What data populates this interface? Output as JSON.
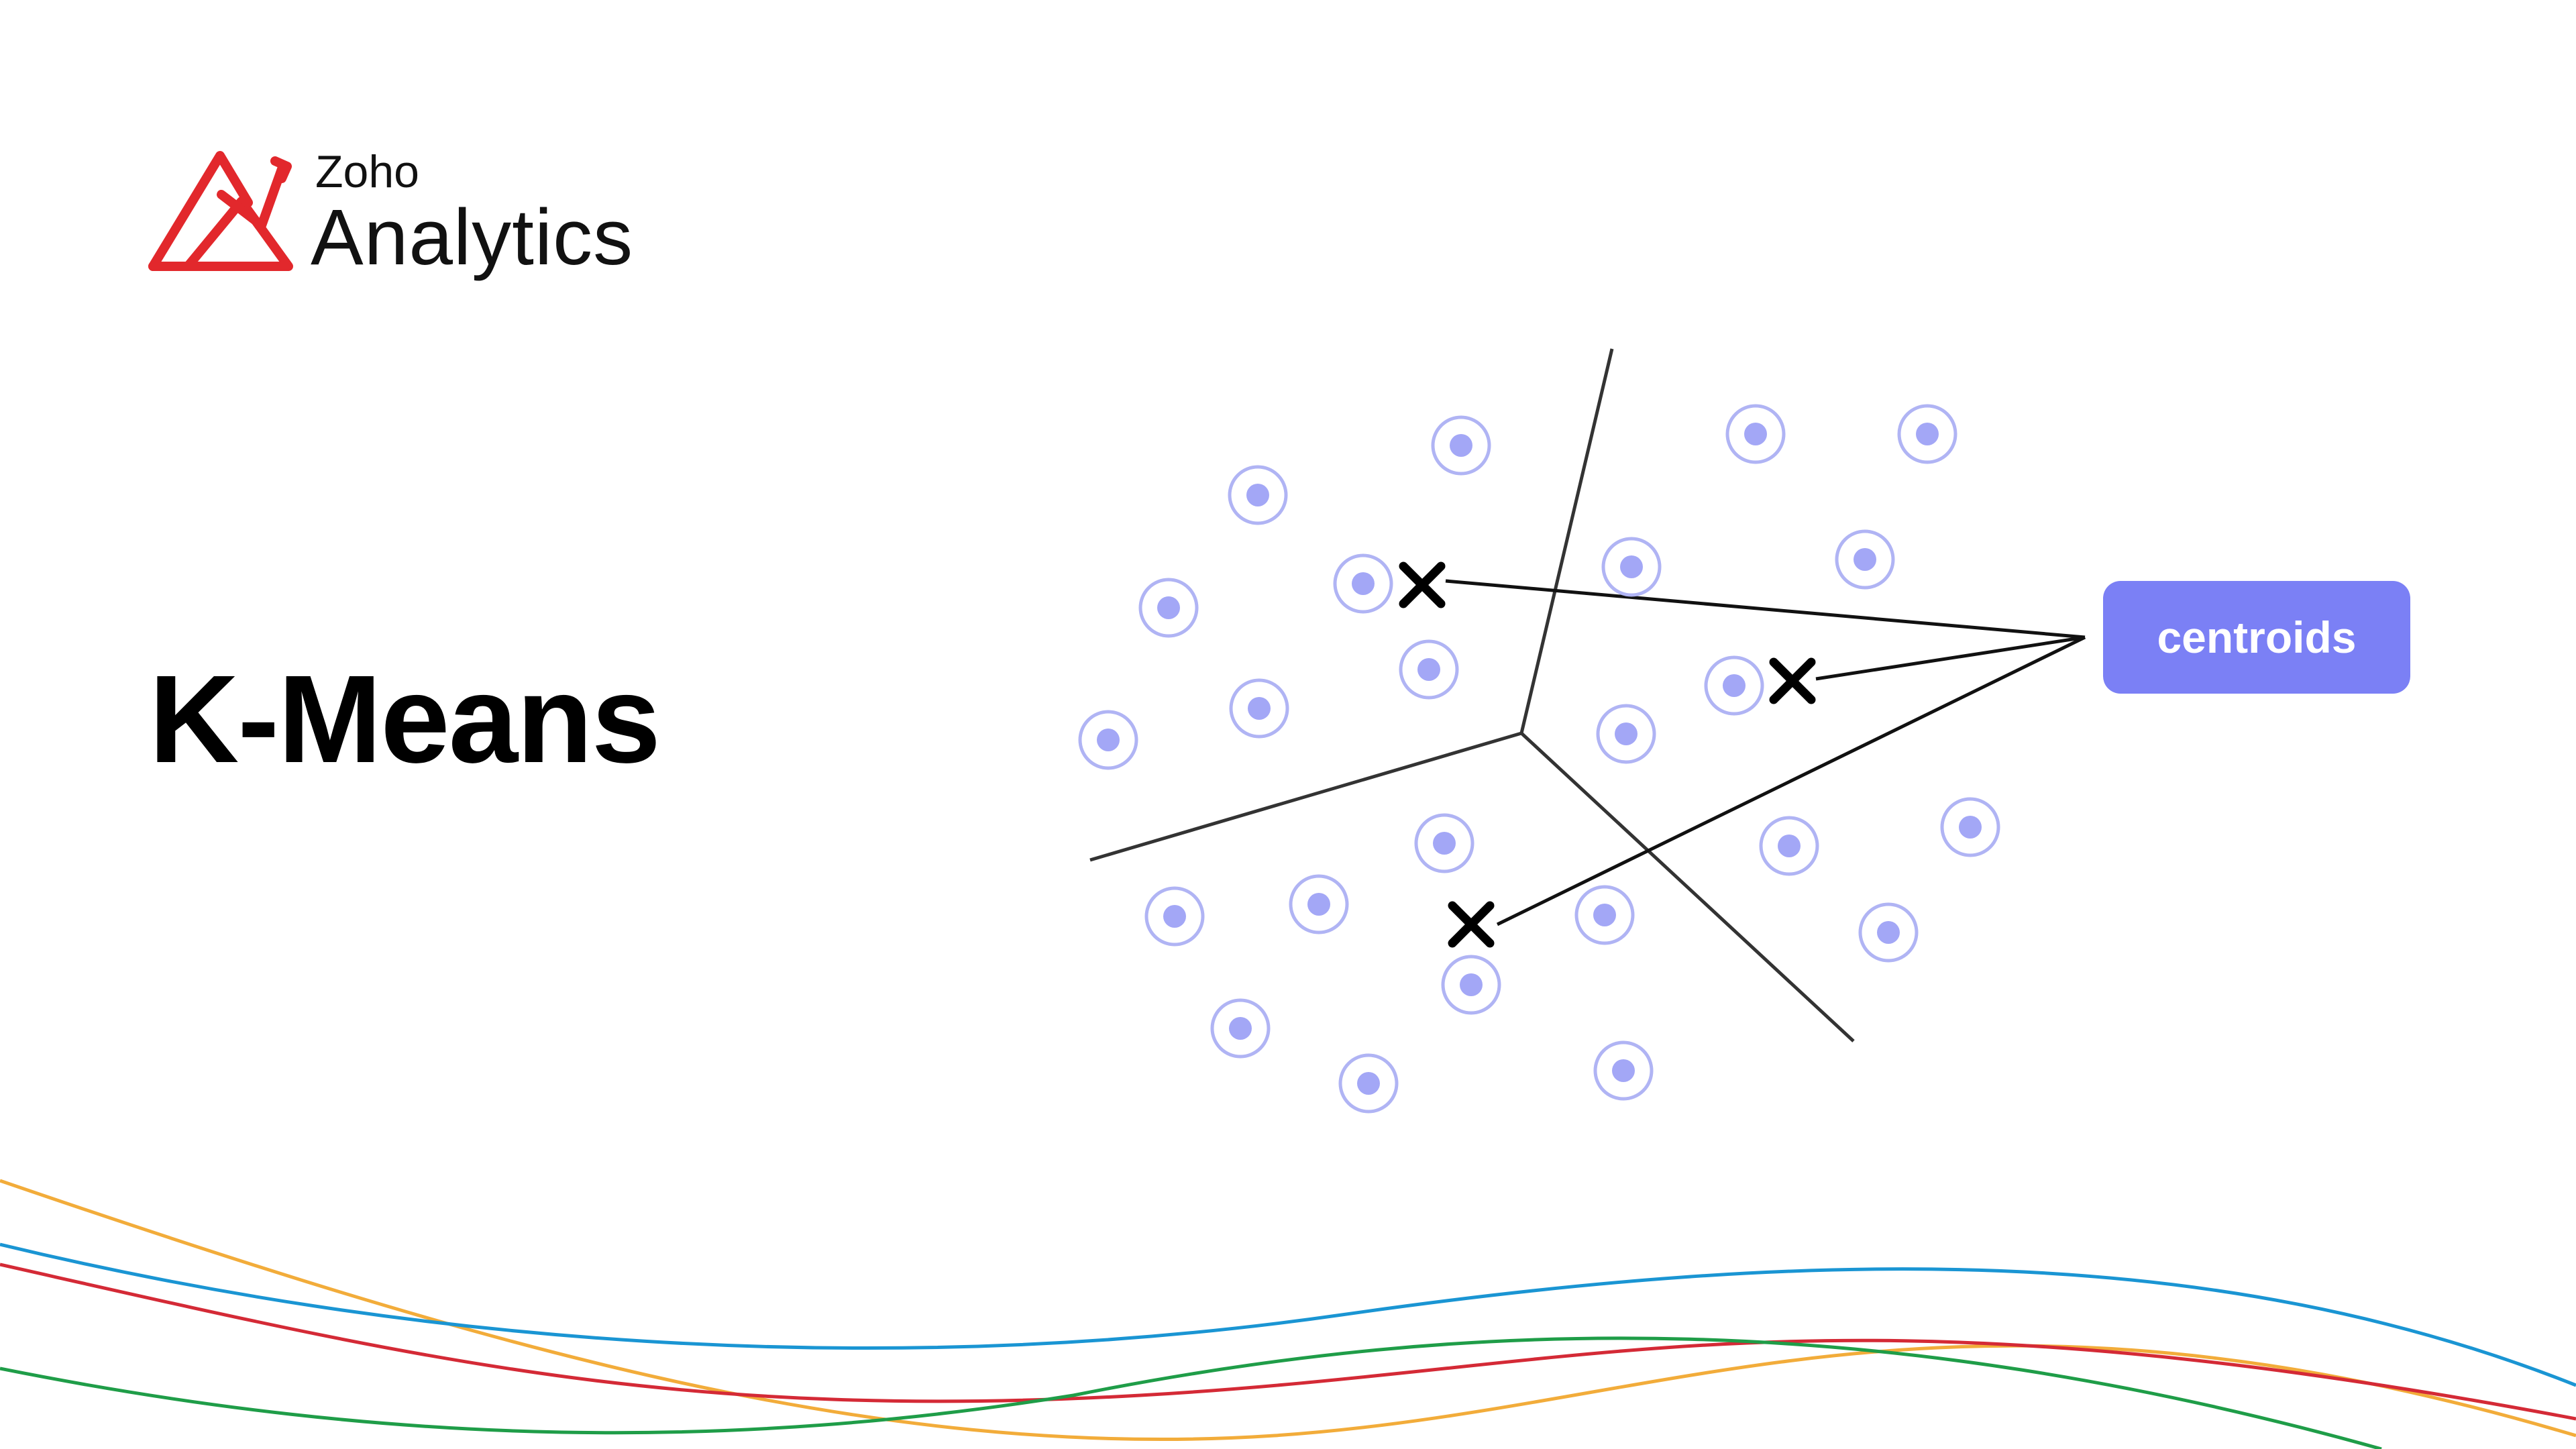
{
  "brand": {
    "line1": "Zoho",
    "line2": "Analytics",
    "logo_color": "#e2282c"
  },
  "title": "K-Means",
  "diagram": {
    "centroid_label": "centroids",
    "colors": {
      "point_fill": "#a3a7f6",
      "point_ring": "#b0b4f4",
      "boundary": "#333333",
      "centroid_mark": "#000000",
      "label_bg": "#7b80f5"
    }
  },
  "decoration": {
    "wave_colors": [
      "#f2ac3a",
      "#1a95d3",
      "#d42a36",
      "#1f9d48"
    ]
  }
}
